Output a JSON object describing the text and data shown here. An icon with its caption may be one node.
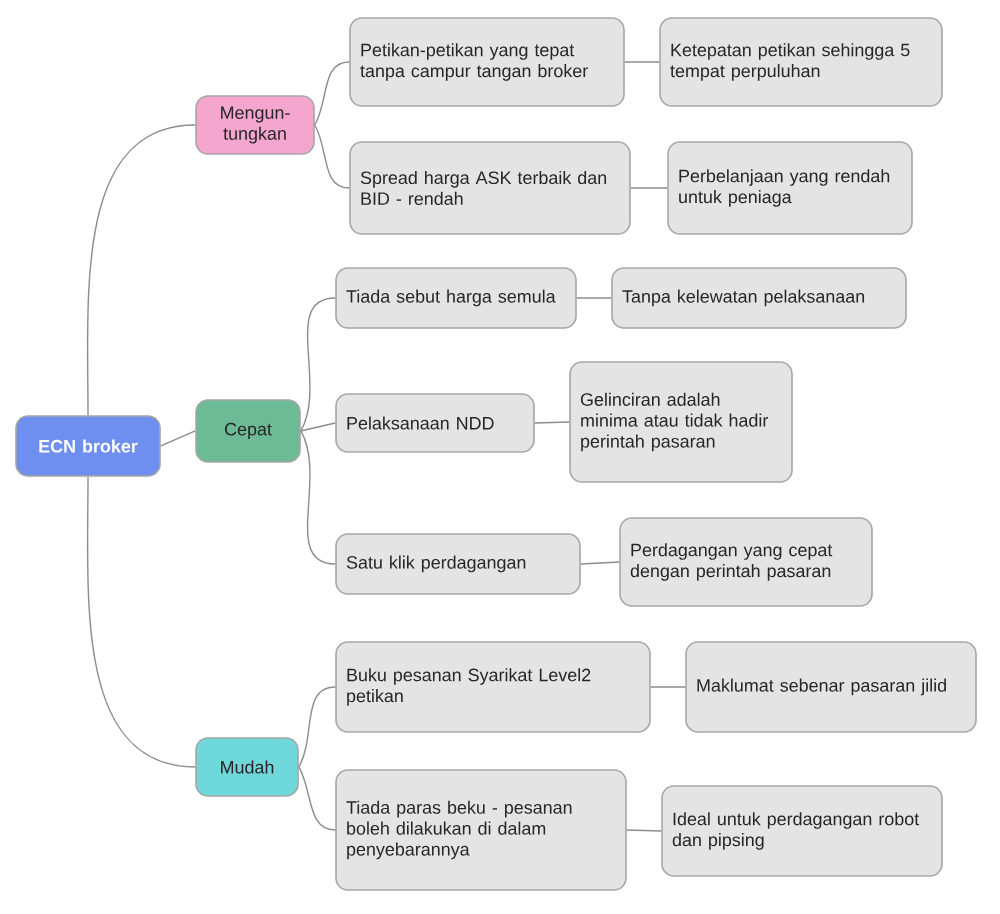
{
  "diagram": {
    "nodes": [
      {
        "text": [
          "ECN broker"
        ]
      },
      {
        "text": [
          "Mengun-tungkan"
        ]
      },
      {
        "text": [
          "Petikan-petikan yang tepat tanpa campur tangan broker"
        ]
      },
      {
        "text": [
          "Ketepatan petikan sehingga 5 tempat perpuluhan"
        ]
      },
      {
        "text": [
          "Spread harga ASK terbaik dan BID - rendah"
        ]
      },
      {
        "text": [
          "Perbelanjaan yang rendah untuk peniaga"
        ]
      },
      {
        "text": [
          "Cepat"
        ]
      },
      {
        "text": [
          "Tiada sebut harga semula"
        ]
      },
      {
        "text": [
          "Tanpa kelewatan pelaksanaan"
        ]
      },
      {
        "text": [
          "Pelaksanaan NDD"
        ]
      },
      {
        "text": [
          "Gelinciran adalah minima atau tidak hadir perintah pasaran"
        ]
      },
      {
        "text": [
          "Satu klik perdagangan"
        ]
      },
      {
        "text": [
          "Perdagangan yang cepat dengan perintah pasaran"
        ]
      },
      {
        "text": [
          "Mudah"
        ]
      },
      {
        "text": [
          "Buku pesanan Syarikat Level2 petikan"
        ]
      },
      {
        "text": [
          "Maklumat sebenar pasaran jilid"
        ]
      },
      {
        "text": [
          "Tiada paras beku - pesanan boleh dilakukan di dalam penyebarannya"
        ]
      },
      {
        "text": [
          "Ideal untuk perdagangan robot dan pipsing"
        ]
      }
    ],
    "edges": [
      {
        "from": 0,
        "to": 1,
        "arrow": "none"
      },
      {
        "from": 0,
        "to": 6,
        "arrow": "none"
      },
      {
        "from": 0,
        "to": 13,
        "arrow": "none"
      },
      {
        "from": 1,
        "to": 2,
        "arrow": "none"
      },
      {
        "from": 1,
        "to": 4,
        "arrow": "none"
      },
      {
        "from": 2,
        "to": 3,
        "arrow": "none"
      },
      {
        "from": 4,
        "to": 5,
        "arrow": "none"
      },
      {
        "from": 6,
        "to": 7,
        "arrow": "none"
      },
      {
        "from": 6,
        "to": 9,
        "arrow": "none"
      },
      {
        "from": 6,
        "to": 11,
        "arrow": "none"
      },
      {
        "from": 7,
        "to": 8,
        "arrow": "none"
      },
      {
        "from": 9,
        "to": 10,
        "arrow": "none"
      },
      {
        "from": 11,
        "to": 12,
        "arrow": "none"
      },
      {
        "from": 13,
        "to": 14,
        "arrow": "none"
      },
      {
        "from": 13,
        "to": 16,
        "arrow": "none"
      },
      {
        "from": 14,
        "to": 15,
        "arrow": "none"
      },
      {
        "from": 16,
        "to": 17,
        "arrow": "none"
      }
    ]
  }
}
